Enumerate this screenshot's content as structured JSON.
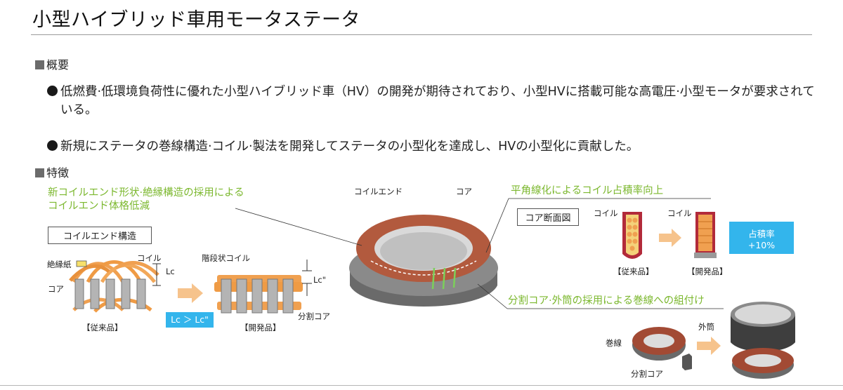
{
  "title": "小型ハイブリッド車用モータステータ",
  "overview": {
    "heading": "概要",
    "bullets": [
      "低燃費·低環境負荷性に優れた小型ハイブリッド車（HV）の開発が期待されており、小型HVに搭載可能な高電圧·小型モータが要求されている。",
      "新規にステータの巻線構造·コイル·製法を開発してステータの小型化を達成し、HVの小型化に貢献した。"
    ]
  },
  "features": {
    "heading": "特徴",
    "coil_end": {
      "headline_line1": "新コイルエンド形状·絶縁構造の採用による",
      "headline_line2": "コイルエンド体格低減",
      "box_label": "コイルエンド構造",
      "label_insulation_paper": "絶縁紙",
      "label_coil": "コイル",
      "label_core": "コア",
      "label_lc": "Lc",
      "label_step_coil": "階段状コイル",
      "label_lc2": "Lc\"",
      "label_split_core": "分割コア",
      "label_conventional": "【従来品】",
      "label_developed": "【開発品】",
      "comparison": "Lc ＞ Lc\""
    },
    "stator_center": {
      "label_coil_end": "コイルエンド",
      "label_core": "コア"
    },
    "flat_wire": {
      "headline": "平角線化によるコイル占積率向上",
      "box_label": "コア断面図",
      "label_coil_a": "コイル",
      "label_coil_b": "コイル",
      "label_conventional": "【従来品】",
      "label_developed": "【開発品】",
      "rate_line1": "占積率",
      "rate_line2": "+10%"
    },
    "assembly": {
      "headline": "分割コア·外筒の採用による巻線への組付け",
      "label_winding": "巻線",
      "label_outer_cylinder": "外筒",
      "label_split_core": "分割コア"
    }
  },
  "colors": {
    "accent_green": "#7cb82f",
    "orange_coil": "#f0a050",
    "blue_badge": "#33b5ec",
    "arrow_orange": "#f6c38c",
    "core_gray": "#9a9a9a"
  }
}
